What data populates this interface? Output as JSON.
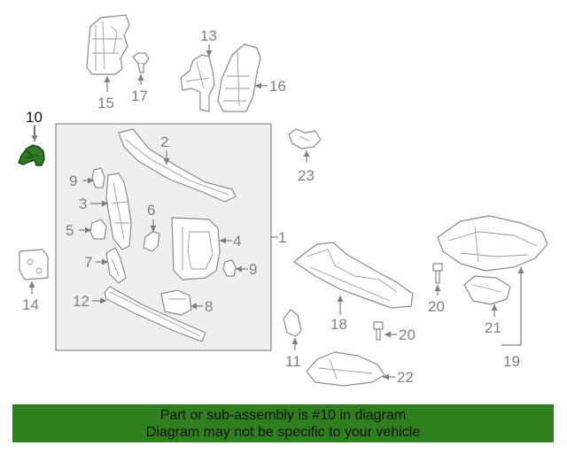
{
  "callouts": {
    "c1": "1",
    "c2": "2",
    "c3": "3",
    "c4": "4",
    "c5": "5",
    "c6": "6",
    "c7": "7",
    "c8": "8",
    "c9a": "9",
    "c9b": "9",
    "c10": "10",
    "c11": "11",
    "c12": "12",
    "c13": "13",
    "c14": "14",
    "c15": "15",
    "c16": "16",
    "c17": "17",
    "c18": "18",
    "c19": "19",
    "c20a": "20",
    "c20b": "20",
    "c21": "21",
    "c22": "22",
    "c23": "23"
  },
  "highlighted_part": "10",
  "colors": {
    "highlight": "#2f7a26",
    "banner": "#2f7f1f",
    "line": "#8a8a8a"
  },
  "banner": {
    "line1": "Part or sub-assembly is #10 in diagram",
    "line2": "Diagram may not be specific to your vehicle"
  }
}
